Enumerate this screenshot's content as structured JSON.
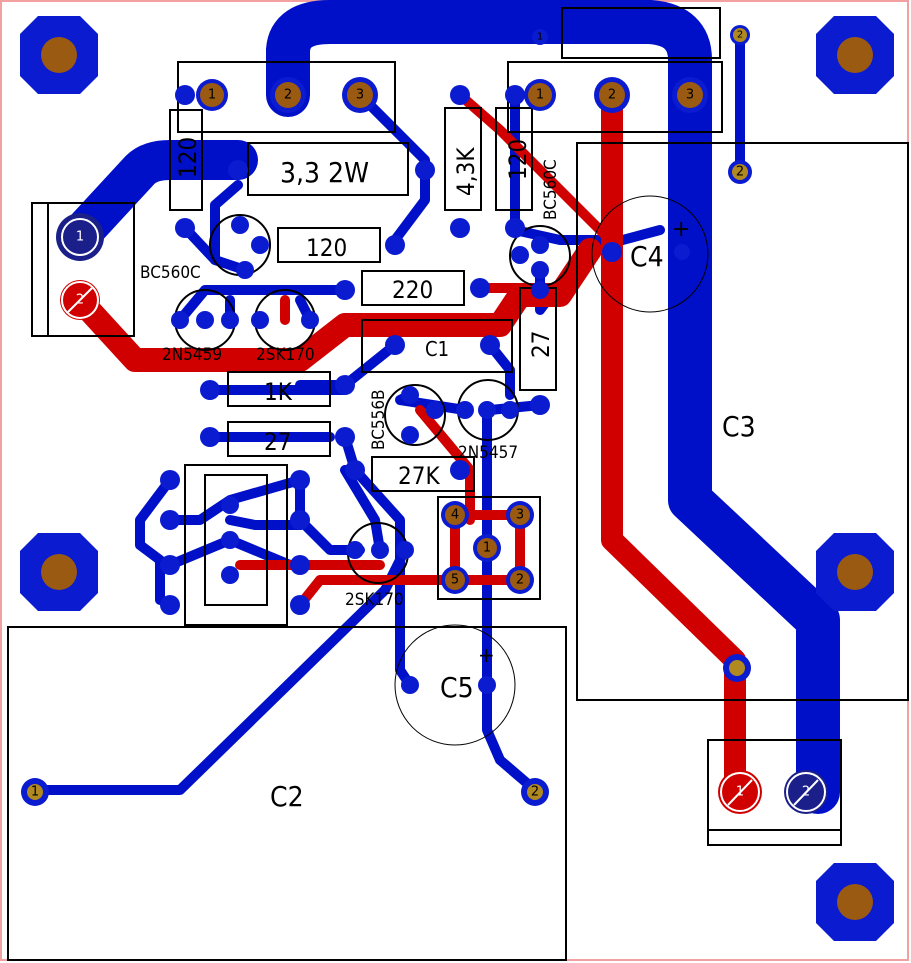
{
  "board": {
    "colors": {
      "outline": "#f2a0a0",
      "bottom_copper": "#0010c8",
      "top_copper": "#d10000",
      "pad_hole": "#9a5a12",
      "mount_pad": "#0a1bd0",
      "silk": "#000000",
      "small_hole": "#b08a20"
    }
  },
  "labels": {
    "trimmer_1": "1",
    "trimmer_2": "2",
    "trimmer_3": "3",
    "trimmer2_1": "1",
    "trimmer2_2": "2",
    "trimmer2_3": "3",
    "r_120_top": "120",
    "r_3_3_2w": "3,3 2W",
    "r_4_3k": "4,3K",
    "r_120_mid": "120",
    "q_bc560c_a": "BC560C",
    "q_bc560c_b": "BC560C",
    "r_120_horiz": "120",
    "r_220": "220",
    "c4": "C4",
    "c4_plus": "+",
    "q_2n5459": "2N5459",
    "q_2sk170": "2SK170",
    "c1": "C1",
    "r_27_vert": "27",
    "r_1k": "1K",
    "r_27_horiz": "27",
    "q_bc556b": "BC556B",
    "q_2n5457": "2N5457",
    "r_27k": "27K",
    "c3": "C3",
    "q_2sk170_b": "2SK170",
    "c5": "C5",
    "c5_plus": "+",
    "c2": "C2",
    "conn_in_1": "1",
    "conn_in_2": "2",
    "conn_out_1": "1",
    "conn_out_2": "2",
    "c3_pad_2": "2",
    "c2_pad_1": "1",
    "c2_pad_2": "2",
    "pad_top_1": "1",
    "pad_top_2": "2",
    "jp_4": "4",
    "jp_3": "3",
    "jp_1": "1",
    "jp_5": "5",
    "jp_2": "2"
  }
}
